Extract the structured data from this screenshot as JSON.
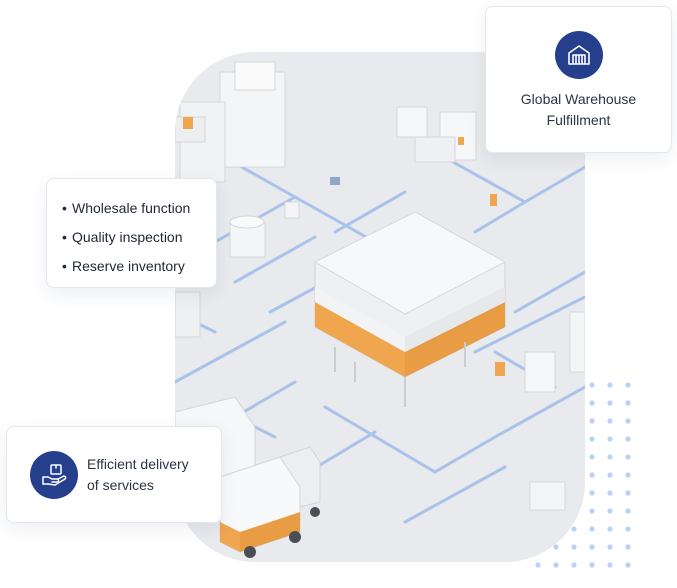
{
  "cards": {
    "warehouse": {
      "icon": "warehouse-icon",
      "line1": "Global Warehouse",
      "line2": "Fulfillment"
    },
    "features": {
      "items": [
        {
          "label": "Wholesale function"
        },
        {
          "label": "Quality inspection"
        },
        {
          "label": "Reserve inventory"
        }
      ]
    },
    "delivery": {
      "icon": "hand-package-icon",
      "line1": "Efficient delivery",
      "line2": "of services"
    }
  },
  "colors": {
    "accent": "#253f8c",
    "dots": "#b9d2f5",
    "floor": "#e9eaed",
    "pipes": "#a9c2ea",
    "orange": "#f0a54f"
  }
}
